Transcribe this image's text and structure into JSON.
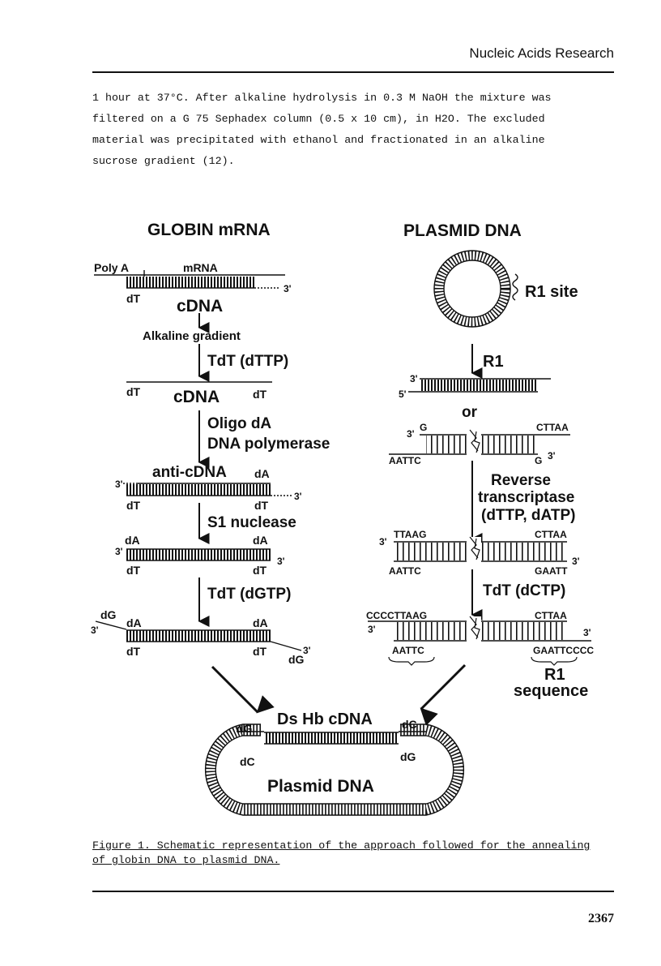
{
  "header": {
    "journal": "Nucleic Acids Research"
  },
  "body": {
    "lines": [
      "1 hour at 37°C. After alkaline hydrolysis in 0.3 M NaOH the mixture was",
      "filtered on a G 75 Sephadex column (0.5 x 10 cm), in H2O. The excluded",
      "material was precipitated with ethanol and fractionated in an alkaline",
      "sucrose gradient (12)."
    ]
  },
  "figure": {
    "left_title": "GLOBIN   mRNA",
    "right_title": "PLASMID   DNA",
    "left": {
      "poly_a": "Poly A",
      "mrna": "mRNA",
      "three_prime": "3'",
      "five_prime": "5'",
      "dt": "dT",
      "cdna": "cDNA",
      "alkaline": "Alkaline gradient",
      "tdt_dttp": "TdT (dTTP)",
      "oligo": "Oligo  dA",
      "dna_pol": "DNA polymerase",
      "anti_cdna": "anti-cDNA",
      "da": "dA",
      "s1": "S1 nuclease",
      "tdt_dgtp": "TdT (dGTP)",
      "dg": "dG"
    },
    "right": {
      "r1_site": "R1 site",
      "r1": "R1",
      "or": "or",
      "g": "G",
      "cttaa": "CTTAA",
      "aattc": "AATTC",
      "reverse": "Reverse",
      "transcriptase": "transcriptase",
      "dttp_datp": "(dTTP, dATP)",
      "ttaag": "TTAAG",
      "gaatt": "GAATT",
      "tdt_dctp": "TdT (dCTP)",
      "cccc_ttaag": "CCCCTTAAG",
      "gaattcccc": "GAATTCCCC",
      "r1_label": "R1",
      "sequence": "sequence"
    },
    "bottom": {
      "ds_hb": "Ds Hb cDNA",
      "dg": "dG",
      "dc": "dC",
      "plasmid": "Plasmid  DNA"
    }
  },
  "caption": {
    "lines": [
      "Figure 1. Schematic representation of the approach followed for the annealing",
      "of globin DNA to plasmid DNA."
    ]
  },
  "footer": {
    "page": "2367"
  }
}
